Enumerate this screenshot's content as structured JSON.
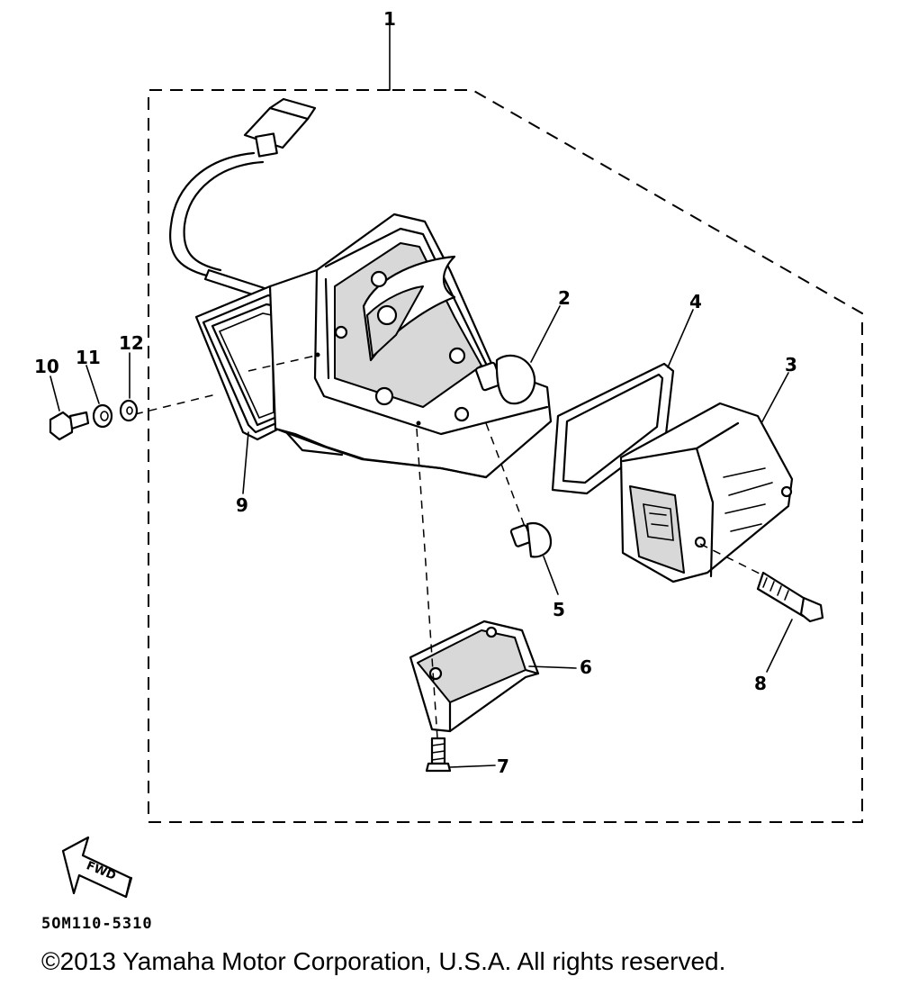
{
  "diagram": {
    "callouts": [
      "1",
      "2",
      "3",
      "4",
      "5",
      "6",
      "7",
      "8",
      "9",
      "10",
      "11",
      "12"
    ],
    "direction_arrow": {
      "label": "FWD",
      "icon": "forward-arrow-icon"
    },
    "code": "5OM110-5310",
    "copyright": "©2013 Yamaha Motor Corporation, U.S.A. All rights reserved."
  }
}
